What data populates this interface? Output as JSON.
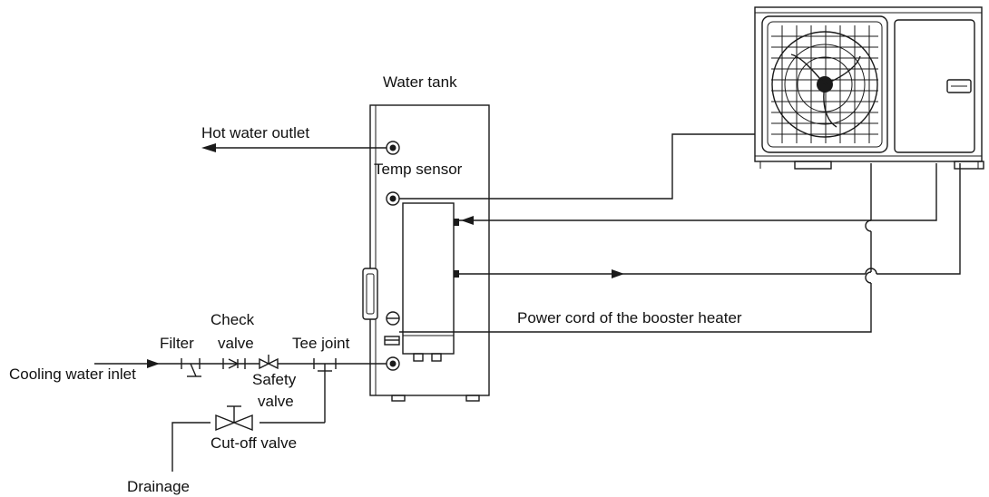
{
  "labels": {
    "water_tank": "Water tank",
    "hot_water_outlet": "Hot water outlet",
    "temp_sensor": "Temp sensor",
    "power_cord": "Power cord of the booster heater",
    "check_valve_1": "Check",
    "check_valve_2": "valve",
    "filter": "Filter",
    "tee_joint": "Tee joint",
    "cooling_water_inlet": "Cooling water inlet",
    "safety_valve_1": "Safety",
    "safety_valve_2": "valve",
    "cutoff_valve": "Cut-off valve",
    "drainage": "Drainage"
  },
  "colors": {
    "line": "#1a1a1a",
    "background": "#ffffff",
    "text": "#111111"
  }
}
